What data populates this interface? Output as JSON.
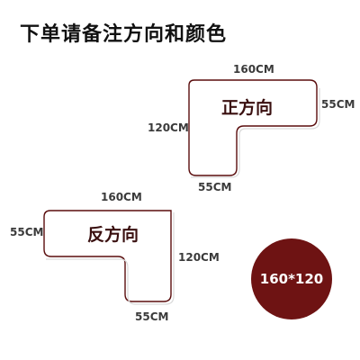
{
  "title": "下单请备注方向和颜色",
  "colors": {
    "outline": "#5a0d0d",
    "badge": "#6e1313",
    "badge_text": "#ffffff"
  },
  "forward": {
    "label": "正方向",
    "top_dim": "160CM",
    "right_dim": "55CM",
    "left_dim": "120CM",
    "bottom_dim": "55CM"
  },
  "reverse": {
    "label": "反方向",
    "top_dim": "160CM",
    "left_dim": "55CM",
    "right_dim": "120CM",
    "bottom_dim": "55CM"
  },
  "badge": {
    "text": "160*120"
  }
}
